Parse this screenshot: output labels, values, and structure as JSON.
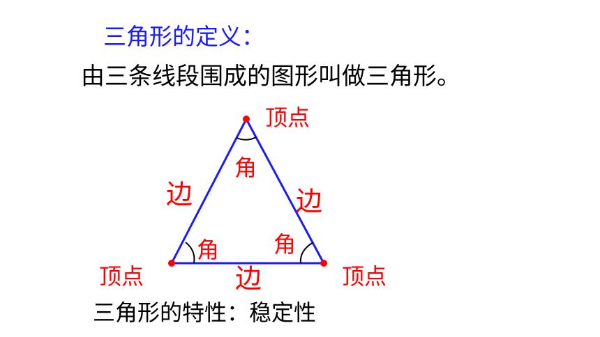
{
  "heading": "三角形的定义：",
  "definition": "由三条线段围成的图形叫做三角形。",
  "property": "三角形的特性：稳定性",
  "labels": {
    "vertex_top": "顶点",
    "vertex_left": "顶点",
    "vertex_right": "顶点",
    "side_left": "边",
    "side_right": "边",
    "side_bottom": "边",
    "angle_top": "角",
    "angle_left": "角",
    "angle_right": "角"
  },
  "colors": {
    "heading": "#1a1aff",
    "triangle": "#1a1aff",
    "labels": "#ff0000",
    "vertex_dots": "#ff0000",
    "angle_arcs": "#000000",
    "text": "#000000"
  }
}
